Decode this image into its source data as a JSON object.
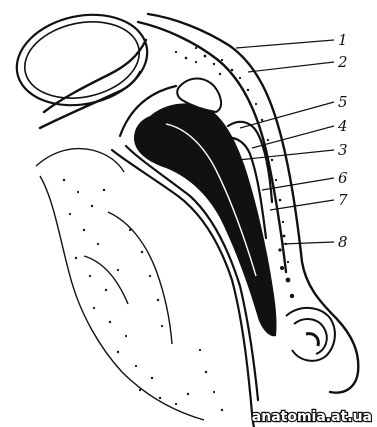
{
  "figure": {
    "callouts": [
      "1",
      "2",
      "3",
      "4",
      "5",
      "6",
      "7",
      "8"
    ],
    "watermark": "anatomia.at.ua"
  },
  "colors": {
    "ink": "#111111",
    "paper": "#ffffff"
  }
}
